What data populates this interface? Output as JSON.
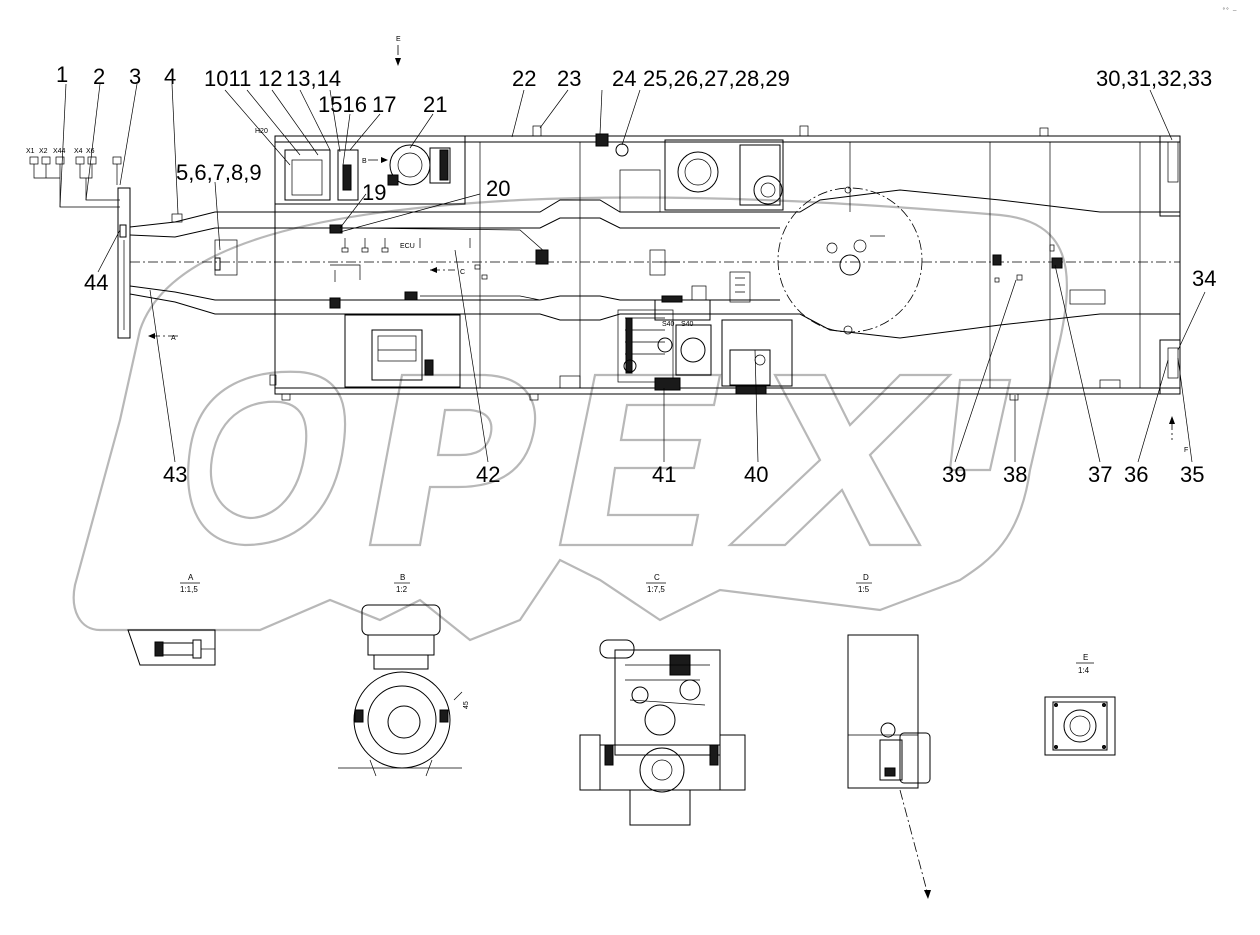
{
  "corner_mark": "°° —",
  "direction_labels": {
    "e": "E",
    "b": "B",
    "c": "C",
    "a": "A",
    "f": "F"
  },
  "callouts": {
    "c1": "1",
    "c2": "2",
    "c3": "3",
    "c4": "4",
    "c10_11": "1011",
    "c12": "12",
    "c13_14": "13,14",
    "c15_16": "1516",
    "c17": "17",
    "c21": "21",
    "c22": "22",
    "c23": "23",
    "c24": "24",
    "c25_29": "25,26,27,28,29",
    "c30_33": "30,31,32,33",
    "c5_9": "5,6,7,8,9",
    "c19": "19",
    "c20": "20",
    "c44": "44",
    "c34": "34",
    "c43": "43",
    "c42": "42",
    "c41": "41",
    "c40": "40",
    "c39": "39",
    "c38": "38",
    "c37": "37",
    "c36": "36",
    "c35": "35",
    "c45": "45"
  },
  "connector_labels": {
    "x1": "X1",
    "x2": "X2",
    "x44": "X44",
    "x4": "X4",
    "x6": "X6"
  },
  "component_labels": {
    "h20": "H20",
    "ecu": "ECU",
    "s40a": "S40",
    "s40b": "S40"
  },
  "detail_views": {
    "a": {
      "letter": "A",
      "scale": "1:1,5"
    },
    "b": {
      "letter": "B",
      "scale": "1:2"
    },
    "c": {
      "letter": "C",
      "scale": "1:7,5"
    },
    "d": {
      "letter": "D",
      "scale": "1:5"
    },
    "e": {
      "letter": "E",
      "scale": "1:4"
    }
  }
}
